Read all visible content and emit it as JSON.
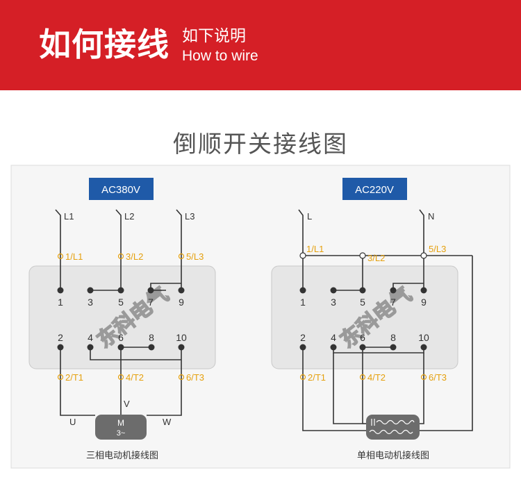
{
  "header": {
    "title": "如何接线",
    "subtitle_cn": "如下说明",
    "subtitle_en": "How to wire"
  },
  "section_title": "倒顺开关接线图",
  "watermark": "东科电气",
  "colors": {
    "banner": "#d51f26",
    "badge": "#1f5aa8",
    "terminal": "#e5a00d",
    "panel": "#e6e6e6"
  },
  "three_phase": {
    "voltage": "AC380V",
    "inputs": [
      "L1",
      "L2",
      "L3"
    ],
    "top_terminals": [
      "1/L1",
      "3/L2",
      "5/L3"
    ],
    "contacts_top": [
      "1",
      "3",
      "5",
      "7",
      "9"
    ],
    "contacts_bottom": [
      "2",
      "4",
      "6",
      "8",
      "10"
    ],
    "bottom_terminals": [
      "2/T1",
      "4/T2",
      "6/T3"
    ],
    "motor_phases": [
      "U",
      "V",
      "W"
    ],
    "motor_label": "M",
    "motor_sub": "3~",
    "caption": "三相电动机接线图"
  },
  "single_phase": {
    "voltage": "AC220V",
    "inputs": [
      "L",
      "N"
    ],
    "top_terminals": [
      "1/L1",
      "3/L2",
      "5/L3"
    ],
    "contacts_top": [
      "1",
      "3",
      "5",
      "7",
      "9"
    ],
    "contacts_bottom": [
      "2",
      "4",
      "6",
      "8",
      "10"
    ],
    "bottom_terminals": [
      "2/T1",
      "4/T2",
      "6/T3"
    ],
    "caption": "单相电动机接线图"
  }
}
